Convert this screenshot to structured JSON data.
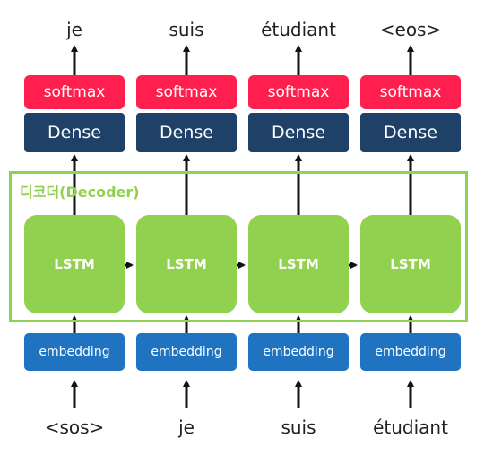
{
  "decoder": {
    "title": "디코더(Decoder)"
  },
  "labels": {
    "softmax": "softmax",
    "dense": "Dense",
    "lstm": "LSTM",
    "embedding": "embedding"
  },
  "outputs": [
    "je",
    "suis",
    "étudiant",
    "<eos>"
  ],
  "inputs": [
    "<sos>",
    "je",
    "suis",
    "étudiant"
  ],
  "colors": {
    "softmax": "#ff1f4f",
    "dense": "#1f4168",
    "lstm": "#92d050",
    "embedding": "#1f73c1",
    "decoder_border": "#92d050",
    "arrow": "#111111"
  }
}
